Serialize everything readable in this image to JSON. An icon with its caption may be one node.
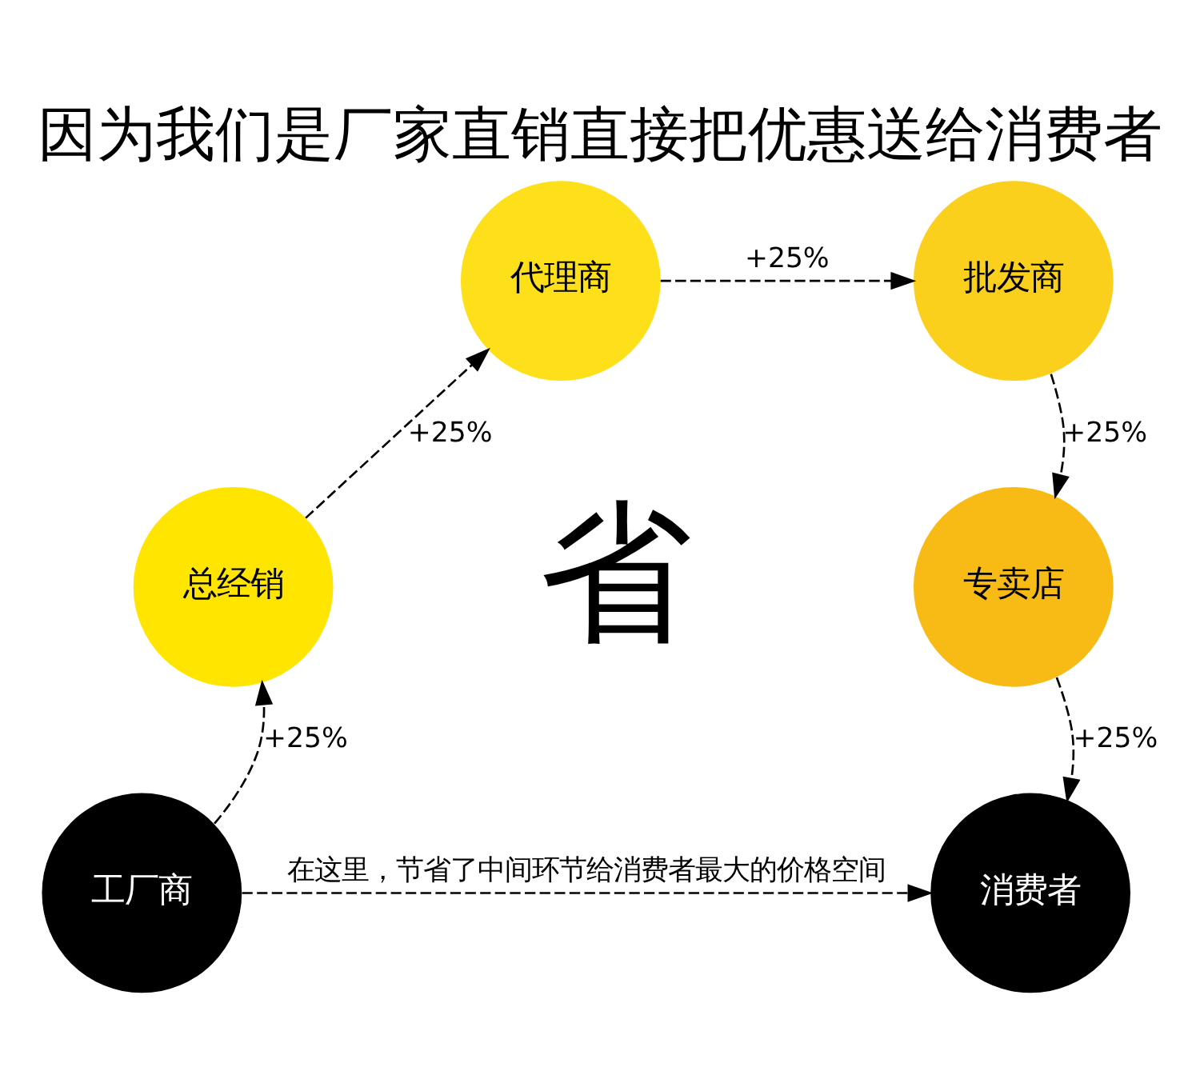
{
  "diagram": {
    "title": "因为我们是厂家直销直接把优惠送给消费者",
    "nodes": [
      {
        "text": [
          "工厂商"
        ]
      },
      {
        "text": [
          "总经销"
        ]
      },
      {
        "text": [
          "代理商"
        ]
      },
      {
        "text": [
          "批发商"
        ]
      },
      {
        "text": [
          "专卖店"
        ]
      },
      {
        "text": [
          "消费者"
        ]
      }
    ],
    "edges": [
      {
        "from": 0,
        "to": 1,
        "arrow": "to",
        "label": "+25%",
        "style": "dashed"
      },
      {
        "from": 1,
        "to": 2,
        "arrow": "to",
        "label": "+25%",
        "style": "dashed"
      },
      {
        "from": 2,
        "to": 3,
        "arrow": "to",
        "label": "+25%",
        "style": "dashed"
      },
      {
        "from": 3,
        "to": 4,
        "arrow": "to",
        "label": "+25%",
        "style": "dashed"
      },
      {
        "from": 4,
        "to": 5,
        "arrow": "to",
        "label": "+25%",
        "style": "dashed"
      },
      {
        "from": 0,
        "to": 5,
        "arrow": "to",
        "label": "在这里，节省了中间环节给消费者最大的价格空间",
        "style": "dashed"
      }
    ],
    "labels": [
      "省"
    ]
  }
}
